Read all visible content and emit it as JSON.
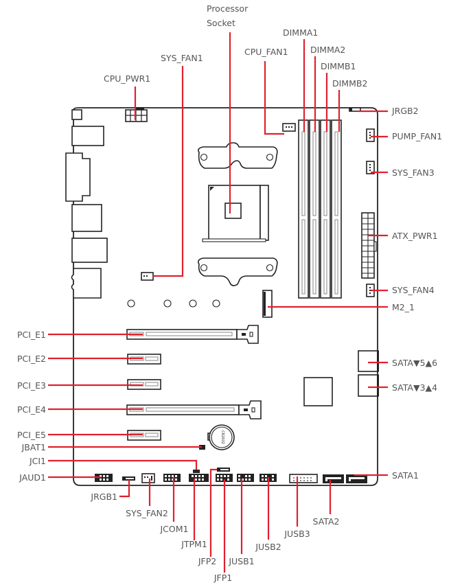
{
  "diagram": {
    "type": "motherboard-layout",
    "accent_color": "#e0202e",
    "label_color": "#555555",
    "outline_color": "#222222",
    "labels": {
      "processor_socket_line1": "Processor",
      "processor_socket_line2": "Socket",
      "cpu_pwr1": "CPU_PWR1",
      "sys_fan1": "SYS_FAN1",
      "cpu_fan1": "CPU_FAN1",
      "dimma1": "DIMMA1",
      "dimma2": "DIMMA2",
      "dimmb1": "DIMMB1",
      "dimmb2": "DIMMB2",
      "jrgb2": "JRGB2",
      "pump_fan1": "PUMP_FAN1",
      "sys_fan3": "SYS_FAN3",
      "atx_pwr1": "ATX_PWR1",
      "sys_fan4": "SYS_FAN4",
      "m2_1": "M2_1",
      "sata56": "SATA▼5▲6",
      "sata34": "SATA▼3▲4",
      "sata1": "SATA1",
      "sata2": "SATA2",
      "pci_e1": "PCI_E1",
      "pci_e2": "PCI_E2",
      "pci_e3": "PCI_E3",
      "pci_e4": "PCI_E4",
      "pci_e5": "PCI_E5",
      "jbat1": "JBAT1",
      "jci1": "JCI1",
      "jaud1": "JAUD1",
      "jrgb1": "JRGB1",
      "sys_fan2": "SYS_FAN2",
      "jcom1": "JCOM1",
      "jtpm1": "JTPM1",
      "jfp2": "JFP2",
      "jfp1": "JFP1",
      "jusb1": "JUSB1",
      "jusb2": "JUSB2",
      "jusb3": "JUSB3",
      "battery_text": "CR2032"
    }
  }
}
